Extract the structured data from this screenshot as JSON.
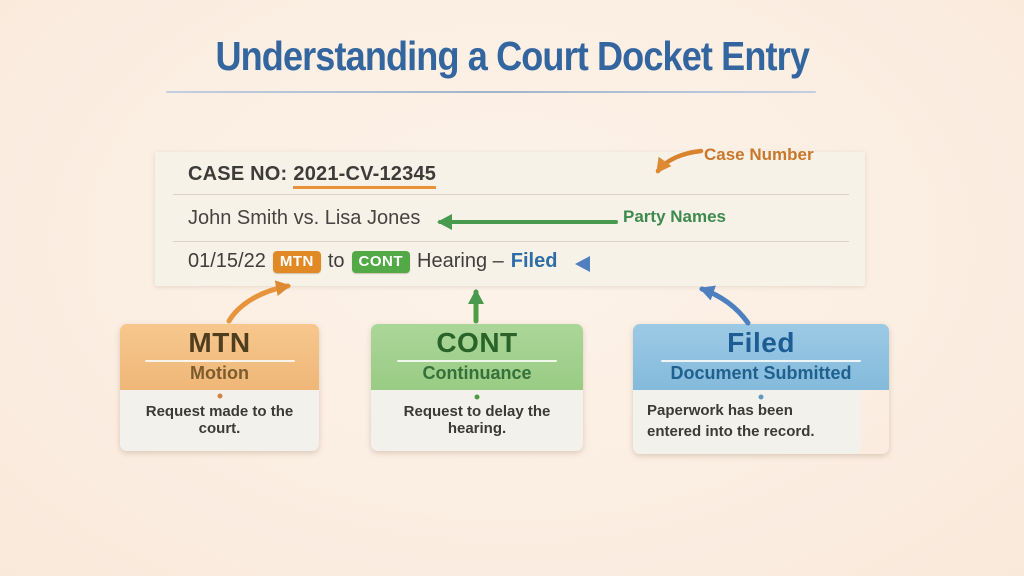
{
  "title": "Understanding a Court Docket Entry",
  "docket": {
    "case_label": "CASE NO:",
    "case_number": "2021-CV-12345",
    "party_names": "John Smith vs. Lisa Jones",
    "entry": {
      "date": "01/15/22",
      "mtn_badge": "MTN",
      "to_word": "to",
      "cont_badge": "CONT",
      "hearing": "Hearing –",
      "filed": "Filed"
    }
  },
  "annotations": {
    "case_number_label": "Case Number",
    "party_names_label": "Party Names"
  },
  "cards": [
    {
      "abbr": "MTN",
      "term": "Motion",
      "description": "Request made to the court."
    },
    {
      "abbr": "CONT",
      "term": "Continuance",
      "description": "Request to delay the hearing."
    },
    {
      "abbr": "Filed",
      "term": "Document Submitted",
      "description": "Paperwork has been entered into the record."
    }
  ],
  "colors": {
    "title_blue": "#33659F",
    "accent_orange": "#E18A25",
    "accent_green": "#52A946",
    "accent_blue": "#2E6DA8",
    "page_background": "#FBEEE2",
    "docket_background": "#F7F2E8"
  }
}
